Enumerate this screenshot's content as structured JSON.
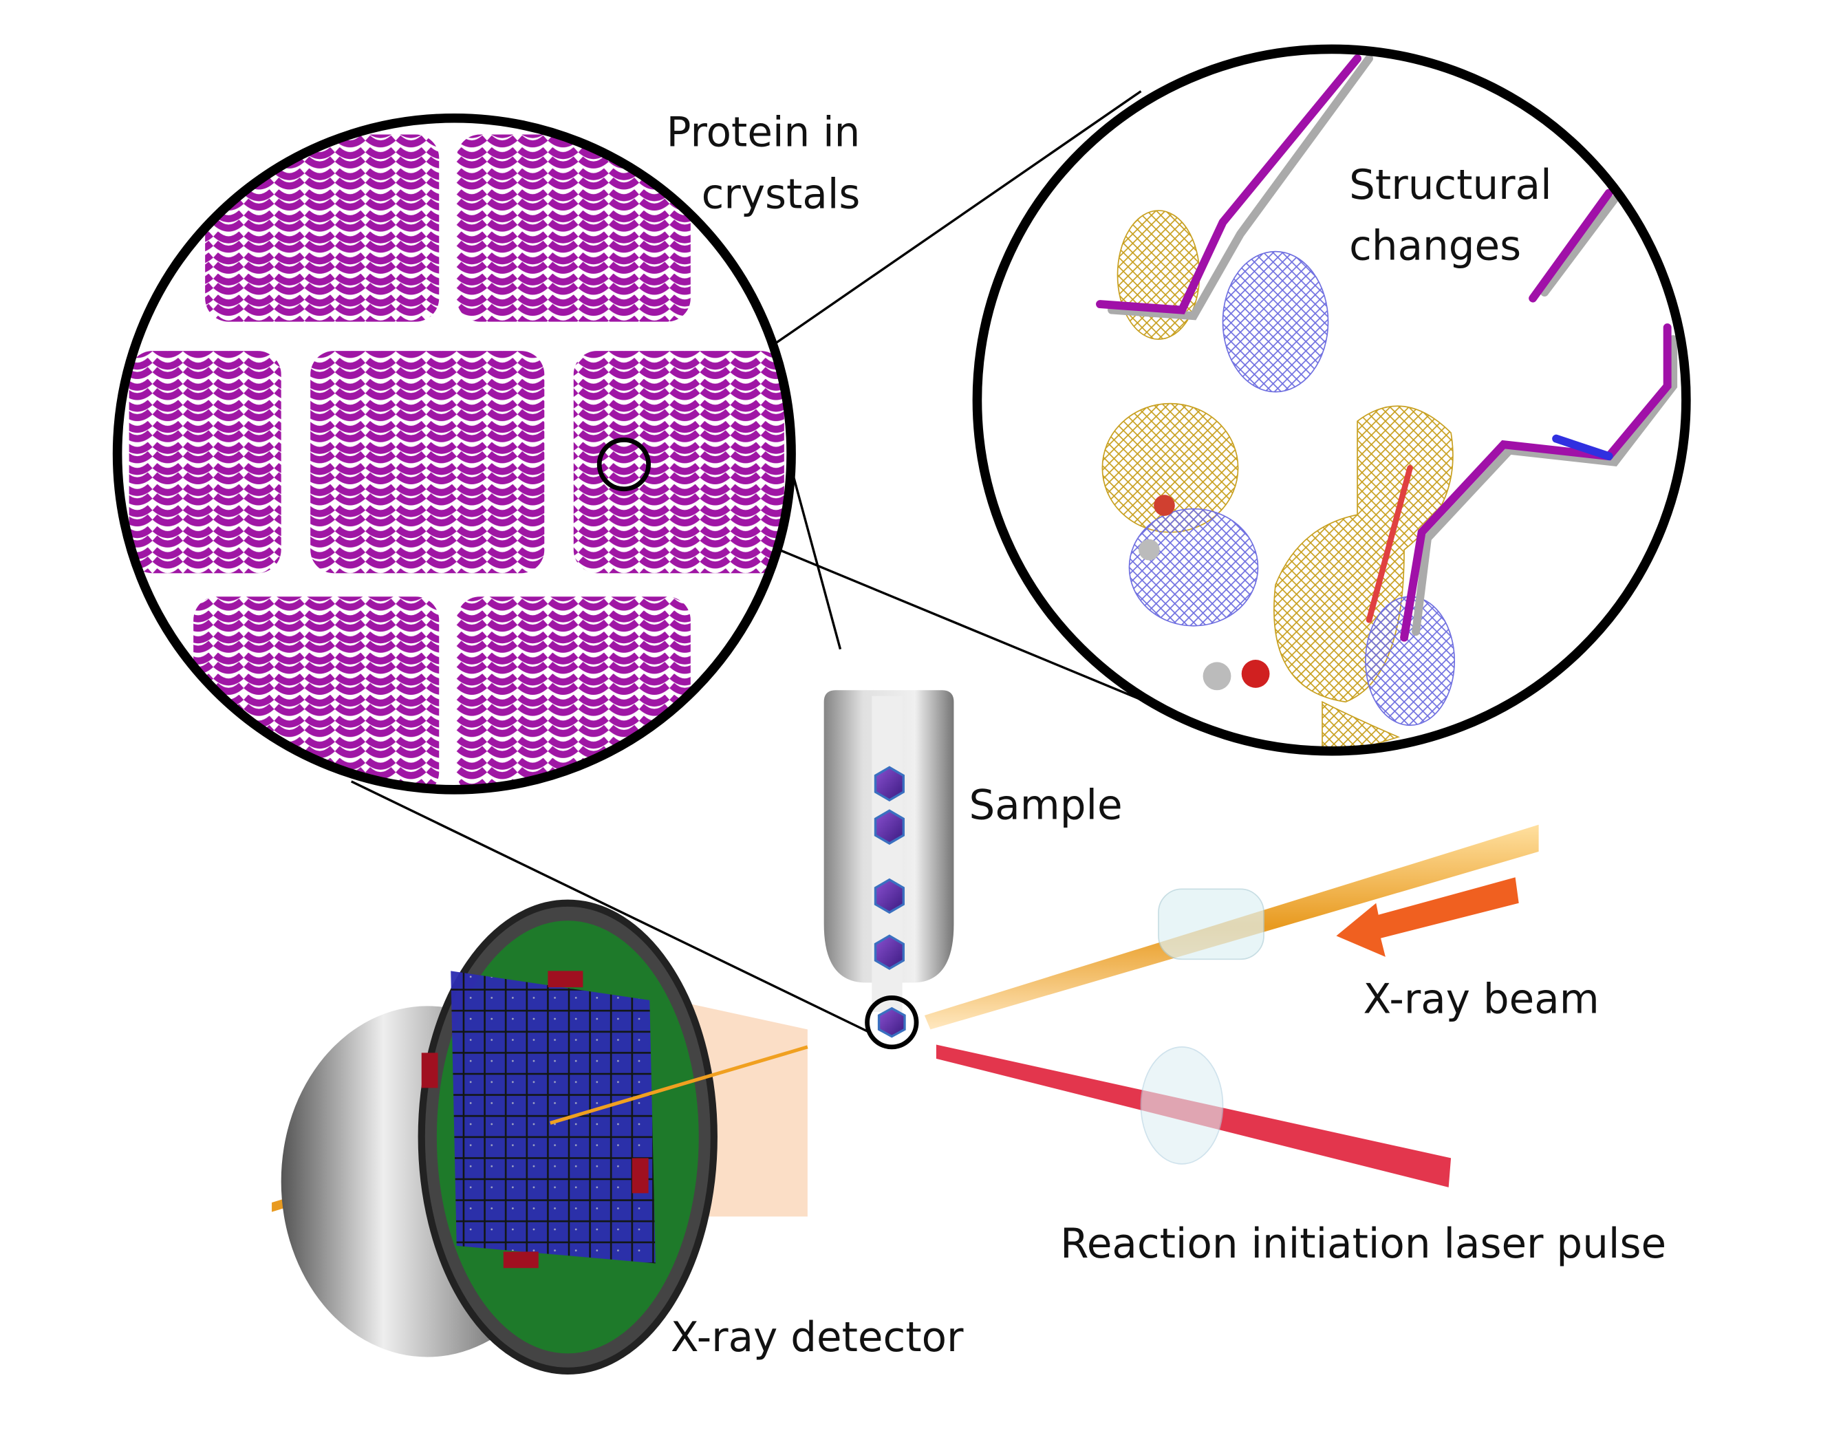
{
  "labels": {
    "protein_line1": "Protein in",
    "protein_line2": "crystals",
    "structural_line1": "Structural",
    "structural_line2": "changes",
    "sample": "Sample",
    "xray_beam": "X-ray beam",
    "laser": "Reaction initiation laser pulse",
    "detector": "X-ray detector"
  },
  "colors": {
    "protein": "#9a0aa0",
    "xray": "#f0a020",
    "laser": "#e0203a",
    "arrow": "#f06020",
    "mesh_gold": "#c8a020",
    "mesh_blue": "#7070e0",
    "detector_panel": "#2a2aa0",
    "detector_board": "#1e7a2a"
  }
}
